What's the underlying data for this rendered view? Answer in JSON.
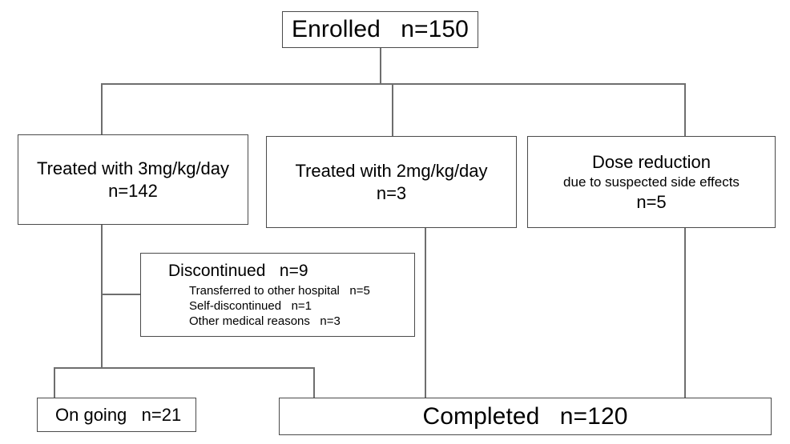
{
  "diagram": {
    "type": "patient-flow-chart",
    "title_text": "",
    "nodes": {
      "enrolled": {
        "label": "Enrolled",
        "count": "n=150",
        "line": "Enrolled   n=150"
      },
      "treated_3mg": {
        "line1": "Treated with 3mg/kg/day",
        "line2": "n=142",
        "count": "142",
        "dose": "3mg/kg/day"
      },
      "treated_2mg": {
        "line1": "Treated with 2mg/kg/day",
        "line2": "n=3",
        "count": "3",
        "dose": "2mg/kg/day"
      },
      "dose_reduction": {
        "line1": "Dose reduction",
        "line2": "due to suspected side effects",
        "line3": "n=5",
        "count": "5"
      },
      "discontinued": {
        "header": "Discontinued   n=9",
        "header_label": "Discontinued",
        "header_count": "n=9",
        "reasons": [
          {
            "label": "Transferred to other hospital",
            "count": "n=5",
            "line": "Transferred to other hospital   n=5"
          },
          {
            "label": "Self-discontinued",
            "count": "n=1",
            "line": "Self-discontinued   n=1"
          },
          {
            "label": "Other medical reasons",
            "count": "n=3",
            "line": "Other medical reasons   n=3"
          }
        ]
      },
      "on_going": {
        "label": "On going",
        "count": "n=21",
        "line": "On going   n=21"
      },
      "completed": {
        "label": "Completed",
        "count": "n=120",
        "line": "Completed   n=120"
      }
    },
    "colors": {
      "border": "#4a4a4a",
      "connector": "#6e6e6e",
      "text": "#000000",
      "background": "#ffffff"
    }
  }
}
